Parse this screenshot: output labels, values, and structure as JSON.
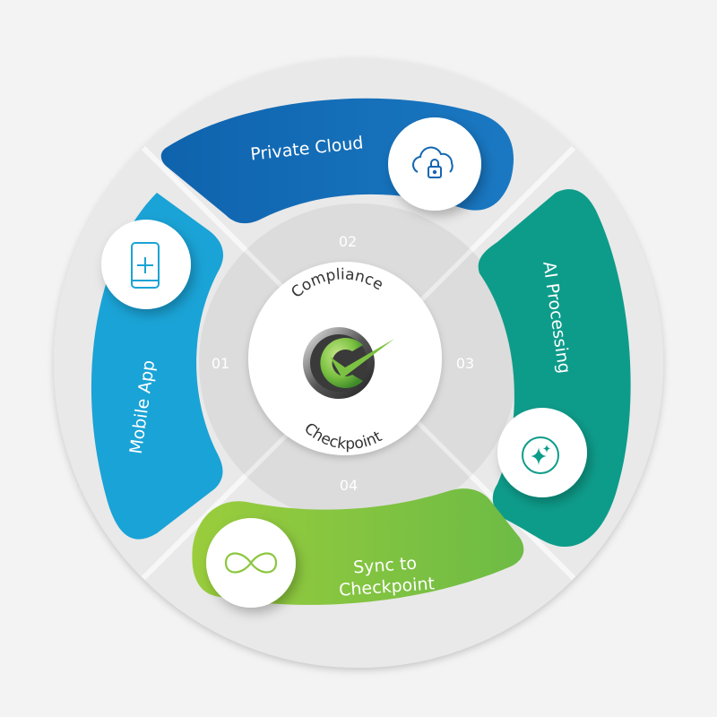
{
  "center": {
    "title_top": "Compliance",
    "title_bottom": "Checkpoint",
    "logo": "compliance-checkmark-logo"
  },
  "colors": {
    "background": "#f3f3f3",
    "disc": "#e9e9e9",
    "inner_ring": "#d9d9d9",
    "mobile_app": "#1aa3d6",
    "private_cloud": "#1367b0",
    "ai_processing": "#0e9c8a",
    "sync": "#8cc63f",
    "logo_green": "#7cc242"
  },
  "steps": [
    {
      "number": "01",
      "label": "Mobile App",
      "icon": "mobile-plus-icon",
      "color": "#1aa3d6"
    },
    {
      "number": "02",
      "label": "Private Cloud",
      "icon": "cloud-lock-icon",
      "color": "#1367b0"
    },
    {
      "number": "03",
      "label": "AI Processing",
      "icon": "sparkle-icon",
      "color": "#0e9c8a"
    },
    {
      "number": "04",
      "label_line1": "Sync to",
      "label_line2": "Checkpoint",
      "icon": "infinity-icon",
      "color": "#8cc63f"
    }
  ]
}
